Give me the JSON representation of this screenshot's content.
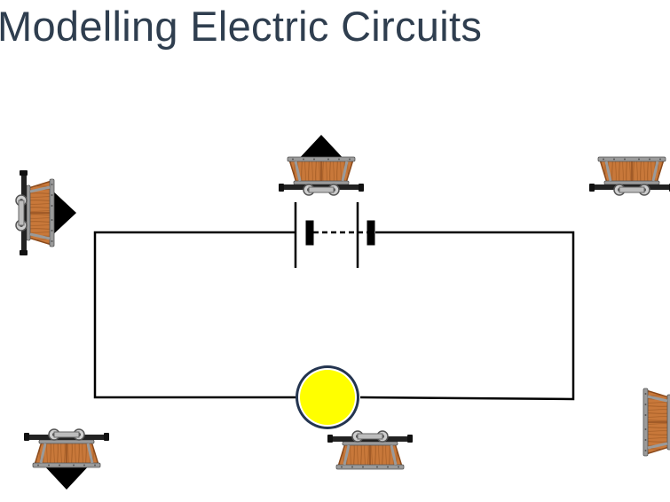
{
  "slide": {
    "title": "Modelling Electric Circuits"
  },
  "colors": {
    "title": "#2f3e4f",
    "wire": "#000000",
    "bulb_fill": "#ffff00",
    "bulb_ring": "#243550",
    "cart_wood": "#c8783a",
    "cart_wood_dark": "#8a4a1c",
    "cart_metal": "#9a9a9a",
    "coal": "#000000"
  },
  "diagram": {
    "components": [
      "cell",
      "bulb",
      "wire"
    ],
    "carts": [
      {
        "name": "cart-top-center",
        "orientation": "up",
        "loaded": true
      },
      {
        "name": "cart-top-right",
        "orientation": "up",
        "loaded": false
      },
      {
        "name": "cart-left",
        "orientation": "right",
        "loaded": true
      },
      {
        "name": "cart-bottom-left",
        "orientation": "down",
        "loaded": true
      },
      {
        "name": "cart-bottom-center",
        "orientation": "down",
        "loaded": false
      },
      {
        "name": "cart-right",
        "orientation": "left",
        "loaded": false
      }
    ]
  }
}
